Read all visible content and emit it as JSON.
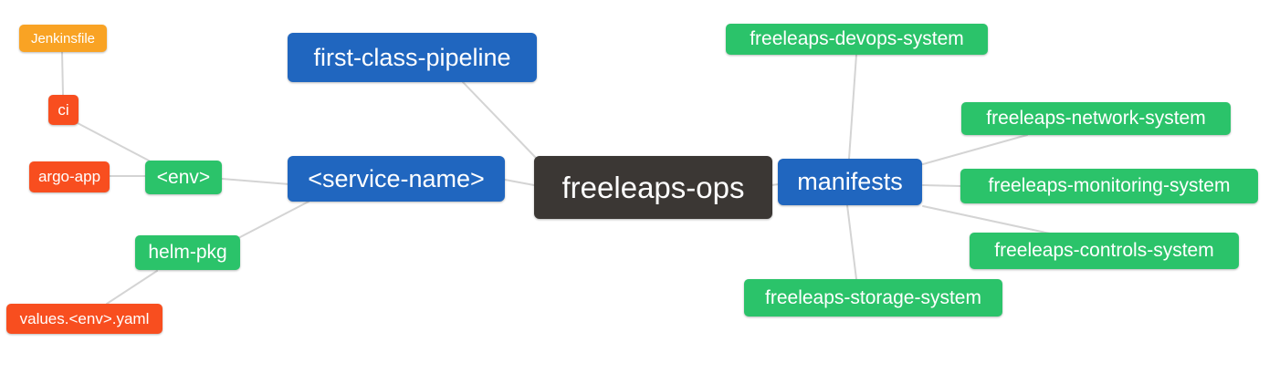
{
  "diagram": {
    "type": "mindmap",
    "root_label": "freeleaps-ops"
  },
  "palette": {
    "root": "#3b3734",
    "level1": "#2066bf",
    "level2": "#2bc36a",
    "level3": "#f84e1f",
    "level4": "#f9a324",
    "edge": "#d4d4d4",
    "text": "#ffffff",
    "background": "#ffffff"
  },
  "nodes": {
    "root": {
      "label": "freeleaps-ops"
    },
    "pipeline": {
      "label": "first-class-pipeline"
    },
    "service": {
      "label": "<service-name>"
    },
    "manifests": {
      "label": "manifests"
    },
    "env": {
      "label": "<env>"
    },
    "helm": {
      "label": "helm-pkg"
    },
    "argo": {
      "label": "argo-app"
    },
    "ci": {
      "label": "ci"
    },
    "jenkinsfile": {
      "label": "Jenkinsfile"
    },
    "values": {
      "label": "values.<env>.yaml"
    },
    "devops": {
      "label": "freeleaps-devops-system"
    },
    "network": {
      "label": "freeleaps-network-system"
    },
    "monitoring": {
      "label": "freeleaps-monitoring-system"
    },
    "controls": {
      "label": "freeleaps-controls-system"
    },
    "storage": {
      "label": "freeleaps-storage-system"
    }
  },
  "edges": [
    {
      "from": "root",
      "to": "pipeline"
    },
    {
      "from": "root",
      "to": "service"
    },
    {
      "from": "root",
      "to": "manifests"
    },
    {
      "from": "service",
      "to": "env"
    },
    {
      "from": "service",
      "to": "helm"
    },
    {
      "from": "env",
      "to": "argo"
    },
    {
      "from": "env",
      "to": "ci"
    },
    {
      "from": "ci",
      "to": "jenkinsfile"
    },
    {
      "from": "helm",
      "to": "values"
    },
    {
      "from": "manifests",
      "to": "devops"
    },
    {
      "from": "manifests",
      "to": "network"
    },
    {
      "from": "manifests",
      "to": "monitoring"
    },
    {
      "from": "manifests",
      "to": "controls"
    },
    {
      "from": "manifests",
      "to": "storage"
    }
  ]
}
